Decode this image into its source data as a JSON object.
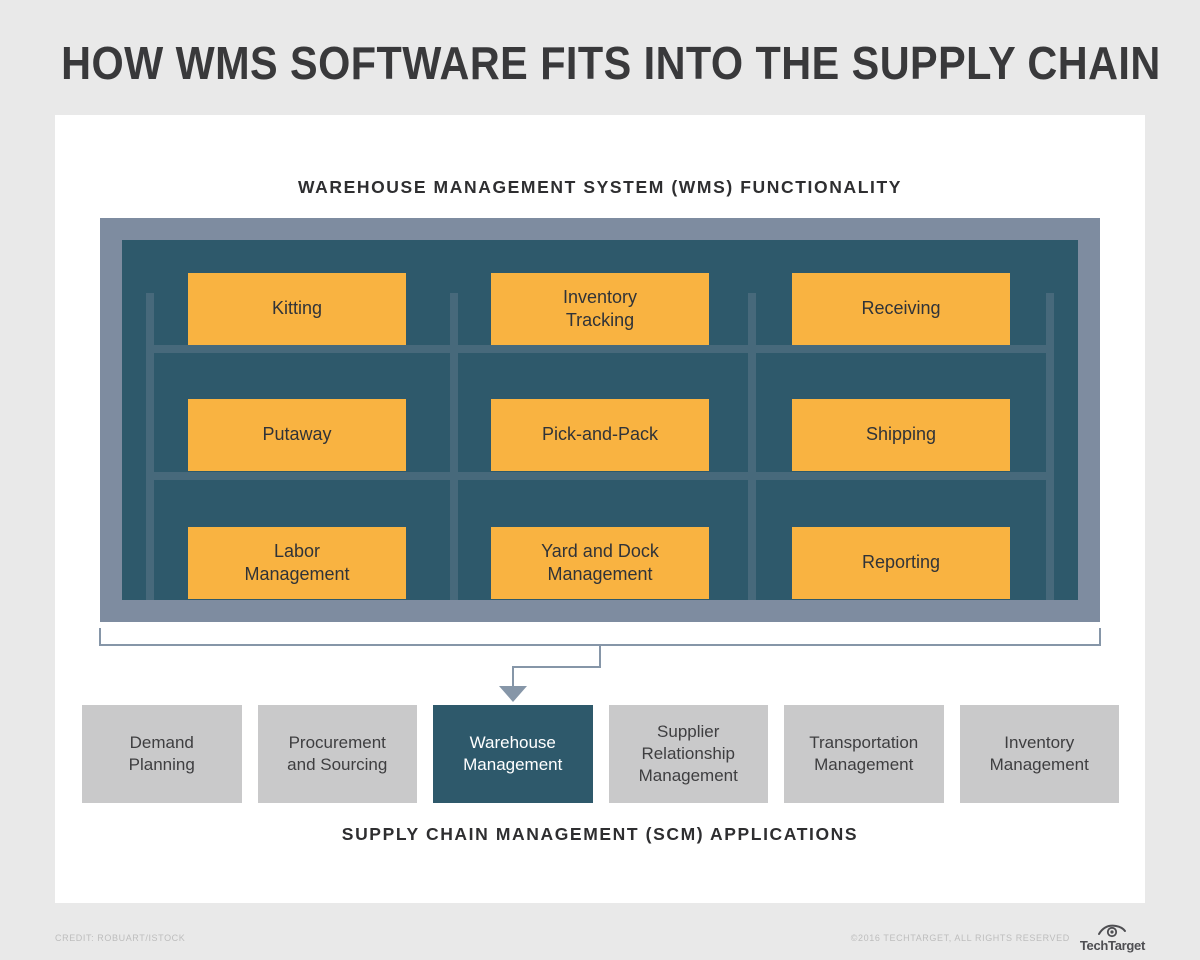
{
  "page": {
    "title": "HOW WMS SOFTWARE FITS INTO THE SUPPLY CHAIN"
  },
  "wms": {
    "heading": "WAREHOUSE MANAGEMENT SYSTEM (WMS) FUNCTIONALITY",
    "cells": [
      {
        "label": "Kitting"
      },
      {
        "label": "Inventory\nTracking"
      },
      {
        "label": "Receiving"
      },
      {
        "label": "Putaway"
      },
      {
        "label": "Pick-and-Pack"
      },
      {
        "label": "Shipping"
      },
      {
        "label": "Labor\nManagement"
      },
      {
        "label": "Yard and Dock\nManagement"
      },
      {
        "label": "Reporting"
      }
    ]
  },
  "scm": {
    "caption": "SUPPLY CHAIN MANAGEMENT (SCM) APPLICATIONS",
    "apps": [
      {
        "label": "Demand\nPlanning",
        "highlighted": false
      },
      {
        "label": "Procurement\nand Sourcing",
        "highlighted": false
      },
      {
        "label": "Warehouse\nManagement",
        "highlighted": true
      },
      {
        "label": "Supplier\nRelationship\nManagement",
        "highlighted": false
      },
      {
        "label": "Transportation\nManagement",
        "highlighted": false
      },
      {
        "label": "Inventory\nManagement",
        "highlighted": false
      }
    ]
  },
  "footer": {
    "credit": "CREDIT: ROBUART/ISTOCK",
    "copyright": "©2016 TECHTARGET, ALL RIGHTS RESERVED",
    "brand": "TechTarget"
  },
  "colors": {
    "bg": "#e9e9e9",
    "card": "#ffffff",
    "title": "#39393b",
    "heading": "#2e2e30",
    "rackBorder": "#7e8ca0",
    "rackTeal": "#2e596b",
    "rackLine": "#47697b",
    "orange": "#f9b341",
    "cellText": "#303338",
    "grayBox": "#c9c9ca",
    "grayText": "#3e3e40",
    "arrow": "#8696a8",
    "footerText": "#bdbdbd",
    "brandText": "#4e4e52"
  }
}
